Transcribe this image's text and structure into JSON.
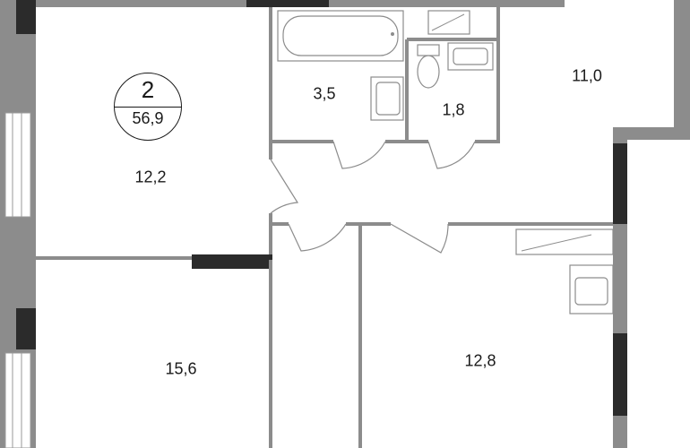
{
  "apartment": {
    "rooms": "2",
    "total_area": "56,9"
  },
  "room_areas": {
    "bedroom_top_left": "12,2",
    "bathroom": "3,5",
    "toilet": "1,8",
    "kitchen": "11,0",
    "bedroom_bottom_left": "15,6",
    "living_room": "12,8"
  },
  "colors": {
    "wall": "#8c8c8c",
    "wall_dark": "#2b2b2b",
    "text": "#1a1a1a"
  }
}
